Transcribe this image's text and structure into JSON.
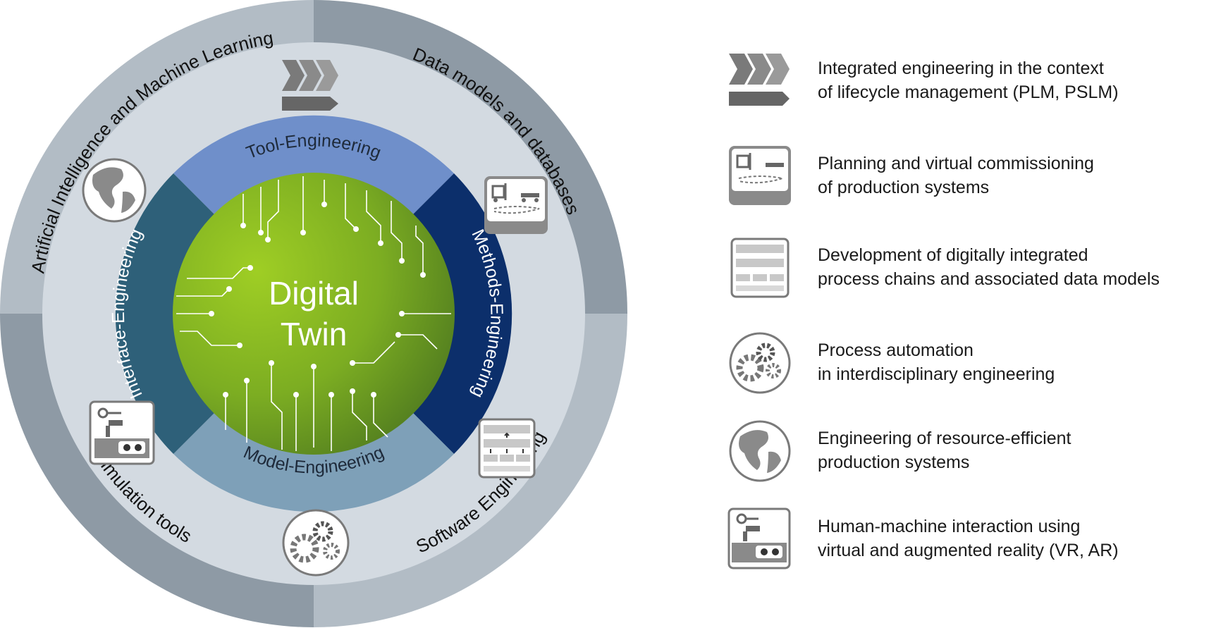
{
  "ring_outer": {
    "top_left": "Artificial Intelligence and Machine Learning",
    "top_right": "Data models and databases",
    "bottom_left": "Simulation tools",
    "bottom_right": "Software Engineering"
  },
  "ring_inner": {
    "top": "Tool-Engineering",
    "right": "Methods-Engineering",
    "bottom": "Model-Engineering",
    "left": "Interface-Engineering"
  },
  "center": {
    "line1": "Digital",
    "line2": "Twin"
  },
  "colors": {
    "outer_ring_light": "#b2bcc5",
    "outer_ring_dark": "#8e9aa5",
    "middle_disc": "#d3dae1",
    "tool": "#6f8fca",
    "methods": "#0c2f6b",
    "model": "#7ea0b8",
    "interface": "#2e6079",
    "green_light": "#96c41e",
    "green_dark": "#4d7f22"
  },
  "legend": [
    {
      "icon": "chevrons-icon",
      "line1": "Integrated engineering in the context",
      "line2": "of lifecycle management (PLM, PSLM)"
    },
    {
      "icon": "forklift-icon",
      "line1": "Planning and virtual commissioning",
      "line2": "of production systems"
    },
    {
      "icon": "process-chain-icon",
      "line1": "Development of digitally integrated",
      "line2": "process chains and associated data models"
    },
    {
      "icon": "gears-icon",
      "line1": "Process automation",
      "line2": "in interdisciplinary engineering"
    },
    {
      "icon": "globe-icon",
      "line1": "Engineering of resource-efficient",
      "line2": "production systems"
    },
    {
      "icon": "vr-robot-icon",
      "line1": "Human-machine interaction using",
      "line2": "virtual and augmented reality (VR, AR)"
    }
  ]
}
